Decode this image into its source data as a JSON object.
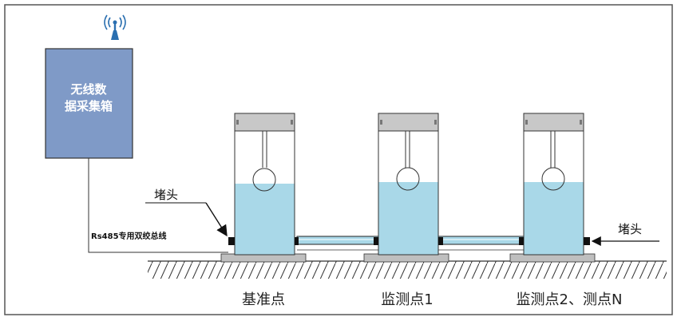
{
  "box": {
    "line1": "无线数",
    "line2": "据采集箱",
    "fill": "#7f9ac7"
  },
  "labels": {
    "cap_left": "堵头",
    "cap_right": "堵头",
    "cable": "Rs485专用双绞总线"
  },
  "points": [
    {
      "name": "基准点"
    },
    {
      "name": "监测点1"
    },
    {
      "name": "监测点2、测点N"
    }
  ],
  "colors": {
    "water": "#a9d8e8",
    "tank_cap": "#c8c8c8",
    "base": "#bfbfbf",
    "pipe": "#a9d8e8",
    "line": "#222222"
  },
  "icons": {
    "antenna": "antenna-icon"
  }
}
